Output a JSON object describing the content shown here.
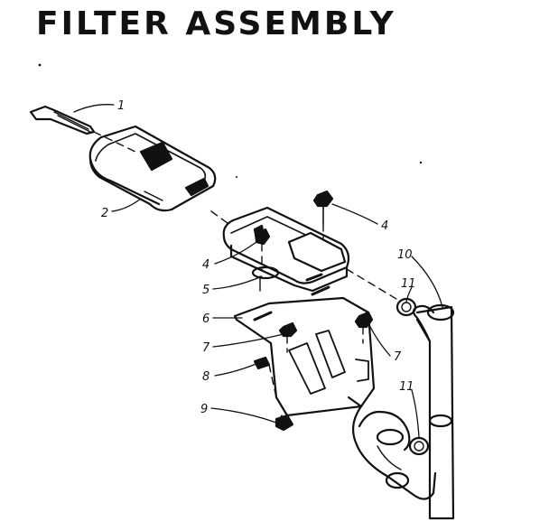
{
  "title": "FILTER ASSEMBLY",
  "callouts": {
    "c1": "1",
    "c2": "2",
    "c3": "4",
    "c4": "4",
    "c5": "5",
    "c6": "6",
    "c7": "7",
    "c8": "7",
    "c9": "8",
    "c10": "9",
    "c11": "10",
    "c12": "11",
    "c13": "11"
  }
}
